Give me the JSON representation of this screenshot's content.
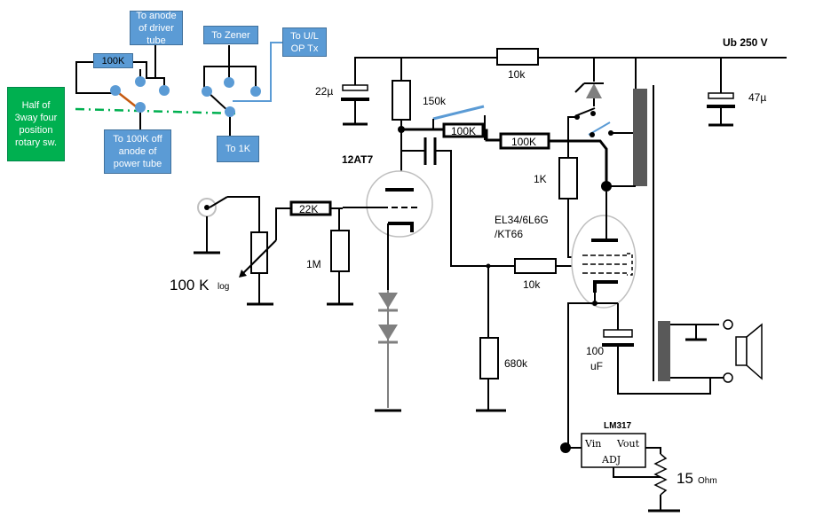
{
  "annotations": {
    "to_anode_driver": "To anode of driver tube",
    "to_zener": "To Zener",
    "to_ul": "To U/L OP Tx",
    "r_100k_switch": "100K",
    "half_rotary": "Half of 3way four position rotary sw.",
    "to_100k_anode": "To 100K off anode of power tube",
    "to_1k": "To 1K"
  },
  "labels": {
    "supply": "Ub 250 V",
    "c_22u": "22µ",
    "r_10k_top": "10k",
    "r_150k": "150k",
    "r_100k_a": "100K",
    "r_100k_b": "100K",
    "c_47u": "47µ",
    "tube_12at7": "12AT7",
    "r_1k": "1K",
    "r_22k": "22K",
    "power_tube": "EL34/6L6G/KT66",
    "r_1m": "1M",
    "r_10k_grid": "10k",
    "pot_value": "100 K",
    "pot_taper": "log",
    "r_680k": "680k",
    "c_100u": "100 uF",
    "reg_name": "LM317",
    "reg_vin": "Vin",
    "reg_vout": "Vout",
    "reg_adj": "ADJ",
    "r_15_value": "15",
    "r_15_unit": "Ohm"
  },
  "colors": {
    "annotation_box": "#5b9bd5",
    "rotary_box": "#00b050",
    "switch_dots": "#5b9bd5",
    "wiper_link": "#c55a11",
    "gang_dashes": "#00b050",
    "lead_blue": "#5b9bd5"
  }
}
